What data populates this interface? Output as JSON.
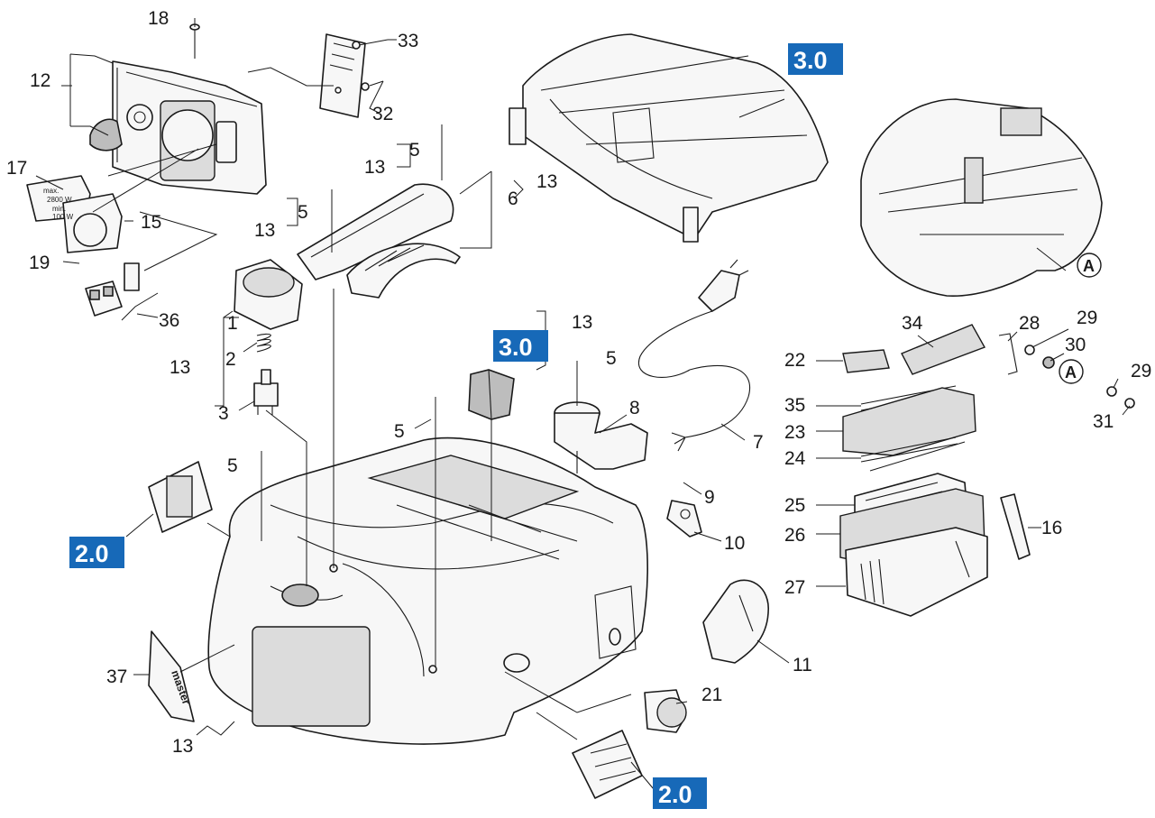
{
  "callouts": {
    "c1": "1",
    "c2": "2",
    "c3": "3",
    "c5a": "5",
    "c5b": "5",
    "c5c": "5",
    "c5d": "5",
    "c5e": "5",
    "c6": "6",
    "c7": "7",
    "c8": "8",
    "c9": "9",
    "c10": "10",
    "c11": "11",
    "c12": "12",
    "c13a": "13",
    "c13b": "13",
    "c13c": "13",
    "c13d": "13",
    "c13e": "13",
    "c13f": "13",
    "c15": "15",
    "c16": "16",
    "c17": "17",
    "c18": "18",
    "c19": "19",
    "c21": "21",
    "c22": "22",
    "c23": "23",
    "c24": "24",
    "c25": "25",
    "c26": "26",
    "c27": "27",
    "c28": "28",
    "c29a": "29",
    "c29b": "29",
    "c30": "30",
    "c31": "31",
    "c32": "32",
    "c33": "33",
    "c34": "34",
    "c35": "35",
    "c36": "36",
    "c37": "37"
  },
  "badges": {
    "b30_top": "3.0",
    "b30_mid": "3.0",
    "b20_left": "2.0",
    "b20_bottom": "2.0"
  },
  "refs": {
    "a1": "A",
    "a2": "A"
  },
  "part_texts": {
    "lid_max": "max.",
    "lid_max_w": "2800 W",
    "lid_min": "min.",
    "lid_min_w": "100 W",
    "sticker_brand": "master"
  },
  "colors": {
    "badge": "#1769b8",
    "lines": "#1a1a1a",
    "part_fill": "#f7f7f7",
    "dark_part": "#bdbdbd"
  }
}
